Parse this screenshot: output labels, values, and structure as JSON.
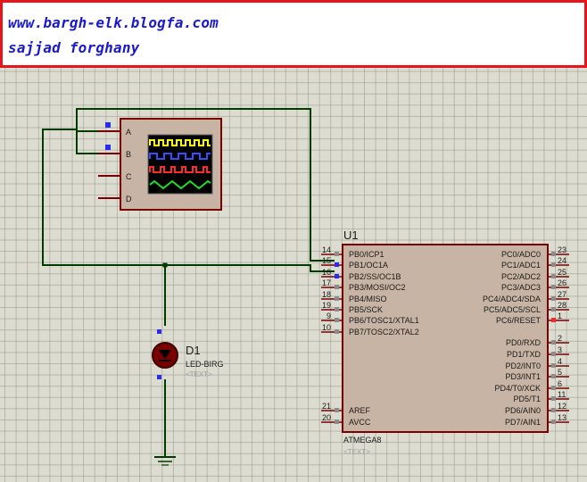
{
  "banner": {
    "line1": "www.bargh-elk.blogfa.com",
    "line2": "sajjad forghany"
  },
  "colors": {
    "wire": "#003c00",
    "component_fill": "#c8b4a4",
    "component_border": "#780000",
    "pin_blue": "#2a2aee",
    "pin_red": "#ee2a2a",
    "pin_gray": "#8c8c8c",
    "banner_border": "#e8141c",
    "banner_text": "#1a1acc"
  },
  "scope": {
    "pins": [
      "A",
      "B",
      "C",
      "D"
    ]
  },
  "u1": {
    "ref": "U1",
    "part": "ATMEGA8",
    "text_placeholder": "<TEXT>",
    "left_pins": [
      {
        "num": "14",
        "name": "PB0/ICP1"
      },
      {
        "num": "15",
        "name": "PB1/OC1A"
      },
      {
        "num": "16",
        "name": "PB2/SS/OC1B"
      },
      {
        "num": "17",
        "name": "PB3/MOSI/OC2"
      },
      {
        "num": "18",
        "name": "PB4/MISO"
      },
      {
        "num": "19",
        "name": "PB5/SCK"
      },
      {
        "num": "9",
        "name": "PB6/TOSC1/XTAL1"
      },
      {
        "num": "10",
        "name": "PB7/TOSC2/XTAL2"
      },
      {
        "num": "21",
        "name": "AREF"
      },
      {
        "num": "20",
        "name": "AVCC"
      }
    ],
    "right_pins": [
      {
        "num": "23",
        "name": "PC0/ADC0"
      },
      {
        "num": "24",
        "name": "PC1/ADC1"
      },
      {
        "num": "25",
        "name": "PC2/ADC2"
      },
      {
        "num": "26",
        "name": "PC3/ADC3"
      },
      {
        "num": "27",
        "name": "PC4/ADC4/SDA"
      },
      {
        "num": "28",
        "name": "PC5/ADC5/SCL"
      },
      {
        "num": "1",
        "name": "PC6/RESET"
      },
      {
        "num": "2",
        "name": "PD0/RXD"
      },
      {
        "num": "3",
        "name": "PD1/TXD"
      },
      {
        "num": "4",
        "name": "PD2/INT0"
      },
      {
        "num": "5",
        "name": "PD3/INT1"
      },
      {
        "num": "6",
        "name": "PD4/T0/XCK"
      },
      {
        "num": "11",
        "name": "PD5/T1"
      },
      {
        "num": "12",
        "name": "PD6/AIN0"
      },
      {
        "num": "13",
        "name": "PD7/AIN1"
      }
    ]
  },
  "d1": {
    "ref": "D1",
    "part": "LED-BIRG",
    "text_placeholder": "<TEXT>"
  }
}
